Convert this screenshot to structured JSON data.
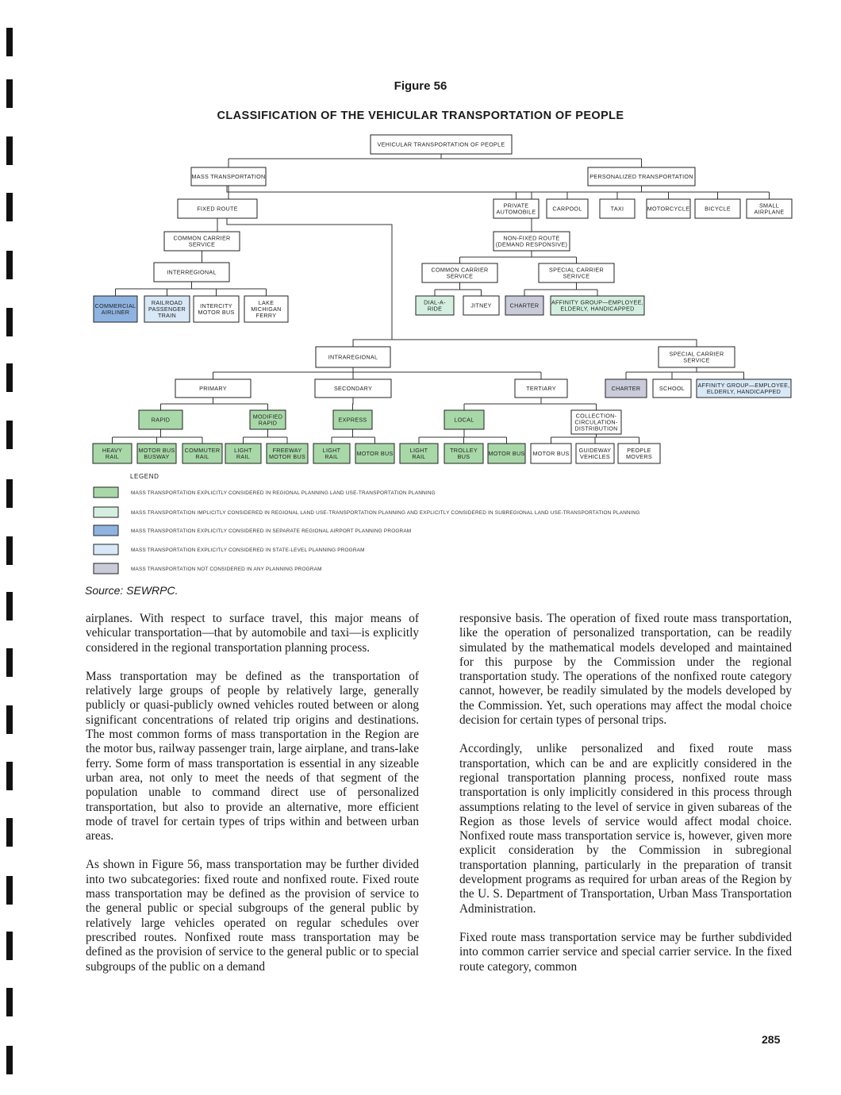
{
  "figure": {
    "label": "Figure 56",
    "title": "CLASSIFICATION OF THE VEHICULAR TRANSPORTATION OF PEOPLE"
  },
  "colors": {
    "regional": "#a8d8a8",
    "subregional": "#d4efe0",
    "airport": "#8fb3e0",
    "state": "#d8e8f6",
    "none": "#c9cbd9",
    "plain": "#ffffff"
  },
  "nodes": {
    "root": [
      "VEHICULAR TRANSPORTATION OF PEOPLE"
    ],
    "mass": [
      "MASS TRANSPORTATION"
    ],
    "personalized": [
      "PERSONALIZED TRANSPORTATION"
    ],
    "fixed_route": [
      "FIXED ROUTE"
    ],
    "private_auto": [
      "PRIVATE",
      "AUTOMOBILE"
    ],
    "carpool": [
      "CARPOOL"
    ],
    "taxi": [
      "TAXI"
    ],
    "motorcycle": [
      "MOTORCYCLE"
    ],
    "bicycle": [
      "BICYCLE"
    ],
    "small_airplane": [
      "SMALL",
      "AIRPLANE"
    ],
    "common_carrier": [
      "COMMON CARRIER",
      "SERVICE"
    ],
    "nonfixed": [
      "NON-FIXED ROUTE",
      "(DEMAND RESPONSIVE)"
    ],
    "interregional": [
      "INTERREGIONAL"
    ],
    "nf_common": [
      "COMMON CARRIER",
      "SERVICE"
    ],
    "nf_special": [
      "SPECIAL CARRIER",
      "SERIVCE"
    ],
    "commercial_airliner": [
      "COMMERCIAL",
      "AIRLINER"
    ],
    "railroad": [
      "RAILROAD",
      "PASSENGER",
      "TRAIN"
    ],
    "intercity_bus": [
      "INTERCITY",
      "MOTOR BUS"
    ],
    "lake_ferry": [
      "LAKE",
      "MICHIGAN",
      "FERRY"
    ],
    "dial_a_ride": [
      "DIAL-A-",
      "RIDE"
    ],
    "jitney": [
      "JITNEY"
    ],
    "charter_nf": [
      "CHARTER"
    ],
    "affinity_nf": [
      "AFFINITY GROUP—EMPLOYEE,",
      "ELDERLY, HANDICAPPED"
    ],
    "intraregional": [
      "INTRAREGIONAL"
    ],
    "special_carrier": [
      "SPECIAL CARRIER",
      "SERVICE"
    ],
    "primary": [
      "PRIMARY"
    ],
    "secondary": [
      "SECONDARY"
    ],
    "tertiary": [
      "TERTIARY"
    ],
    "charter_sc": [
      "CHARTER"
    ],
    "school": [
      "SCHOOL"
    ],
    "affinity_sc": [
      "AFFINITY GROUP—EMPLOYEE,",
      "ELDERLY, HANDICAPPED"
    ],
    "rapid": [
      "RAPID"
    ],
    "modified_rapid": [
      "MODIFIED",
      "RAPID"
    ],
    "express": [
      "EXPRESS"
    ],
    "local": [
      "LOCAL"
    ],
    "collection": [
      "COLLECTION-",
      "CIRCULATION-",
      "DISTRIBUTION"
    ],
    "heavy_rail": [
      "HEAVY",
      "RAIL"
    ],
    "motorbus_busway": [
      "MOTOR BUS",
      "BUSWAY"
    ],
    "commuter_rail": [
      "COMMUTER",
      "RAIL"
    ],
    "light_rail_1": [
      "LIGHT",
      "RAIL"
    ],
    "freeway_bus": [
      "FREEWAY",
      "MOTOR BUS"
    ],
    "light_rail_2": [
      "LIGHT",
      "RAIL"
    ],
    "motor_bus_1": [
      "MOTOR BUS"
    ],
    "light_rail_3": [
      "LIGHT",
      "RAIL"
    ],
    "trolley_bus": [
      "TROLLEY",
      "BUS"
    ],
    "motor_bus_2": [
      "MOTOR BUS"
    ],
    "motor_bus_3": [
      "MOTOR BUS"
    ],
    "guideway": [
      "GUIDEWAY",
      "VEHICLES"
    ],
    "people_movers": [
      "PEOPLE",
      "MOVERS"
    ]
  },
  "legend": {
    "title": "LEGEND",
    "items": [
      {
        "color": "regional",
        "text": "MASS TRANSPORTATION EXPLICITLY CONSIDERED IN REGIONAL PLANNING LAND USE-TRANSPORTATION PLANNING"
      },
      {
        "color": "subregional",
        "text": "MASS TRANSPORTATION IMPLICITLY CONSIDERED IN REGIONAL LAND USE-TRANSPORTATION PLANNING AND EXPLICITLY CONSIDERED IN SUBREGIONAL LAND USE-TRANSPORTATION PLANNING"
      },
      {
        "color": "airport",
        "text": "MASS TRANSPORTATION EXPLICITLY CONSIDERED IN SEPARATE REGIONAL AIRPORT PLANNING PROGRAM"
      },
      {
        "color": "state",
        "text": "MASS TRANSPORTATION EXPLICITLY CONSIDERED IN STATE-LEVEL PLANNING PROGRAM"
      },
      {
        "color": "none",
        "text": "MASS TRANSPORTATION NOT CONSIDERED IN ANY PLANNING PROGRAM"
      }
    ]
  },
  "source": "Source:  SEWRPC.",
  "body": {
    "left": [
      "airplanes. With respect to surface travel, this major means of vehicular transportation—that by automobile and taxi—is explicitly considered in the regional transportation planning process.",
      "Mass transportation may be defined as the transportation of relatively large groups of people by relatively large, generally publicly or quasi-publicly owned vehicles routed between or along significant concentrations of related trip origins and destinations. The most common forms of mass transportation in the Region are the motor bus, railway passenger train, large airplane, and trans-lake ferry. Some form of mass transportation is essential in any sizeable urban area, not only to meet the needs of that segment of the population unable to command direct use of personalized transportation, but also to provide an alternative, more efficient mode of travel for certain types of trips within and between urban areas.",
      "As shown in Figure 56, mass transportation may be further divided into two subcategories: fixed route and nonfixed route. Fixed route mass transportation may be defined as the provision of service to the general public or special subgroups of the general public by relatively large vehicles operated on regular schedules over prescribed routes. Nonfixed route mass transportation may be defined as the provision of service to the general public or to special subgroups of the public on a demand"
    ],
    "right": [
      "responsive basis. The operation of fixed route mass transportation, like the operation of personalized transportation, can be readily simulated by the mathematical models developed and maintained for this purpose by the Commission under the regional transportation study. The operations of the nonfixed route category cannot, however, be readily simulated by the models developed by the Commission. Yet, such operations may affect the modal choice decision for certain types of personal trips.",
      "Accordingly, unlike personalized and fixed route mass transportation, which can be and are explicitly considered in the regional transportation planning process, nonfixed route mass transportation is only implicitly considered in this process through assumptions relating to the level of service in given subareas of the Region as those levels of service would affect modal choice. Nonfixed route mass transportation service is, however, given more explicit consideration by the Commission in subregional transportation planning, particularly in the preparation of transit development programs as required for urban areas of the Region by the U. S. Department of Transportation, Urban Mass Transportation Administration.",
      "Fixed route mass transportation service may be further subdivided into common carrier service and special carrier service. In the fixed route category, common"
    ]
  },
  "page_number": "285"
}
